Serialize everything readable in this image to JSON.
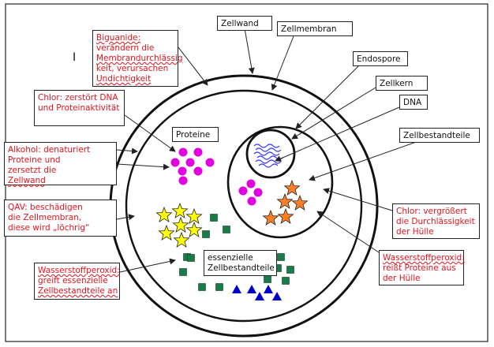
{
  "labels": {
    "zellwand": "Zellwand",
    "zellmembran": "Zellmembran",
    "endospore": "Endospore",
    "zellkern": "Zellkern",
    "dna": "DNA",
    "zellbestandteile": "Zellbestandteile",
    "proteine": "Proteine",
    "essenzielle_1": "essenzielle",
    "essenzielle_2": "Zellbestandteile"
  },
  "annotations": {
    "biguanide": [
      "Biguanide:",
      "verändern die",
      "Membrandurchlässig",
      "keit, verursachen",
      "Undichtigkeit"
    ],
    "chlor_left": [
      "Chlor: zerstört DNA",
      "und Proteinaktivität"
    ],
    "alkohol": [
      "Alkohol: denaturiert",
      "Proteine und",
      "zersetzt die",
      "Zellwand"
    ],
    "qav": [
      "QAV: beschädigen",
      "die Zellmembran,",
      "diese wird „löchrig“"
    ],
    "wasserstoff_left": [
      "Wasserstoffperoxid:",
      "greift essenzielle",
      "Zellbestandteile an"
    ],
    "chlor_right": [
      "Chlor: vergrößert",
      "die Durchlässigkeit",
      "der Hülle"
    ],
    "wasserstoff_right": [
      "Wasserstoffperoxid:",
      "reißt Proteine aus",
      "der Hülle"
    ]
  },
  "cursor_mark": "I",
  "colors": {
    "protein": "#e000e0",
    "star_yellow": "#ffff00",
    "star_orange": "#ff7f27",
    "square_green": "#1a7a4a",
    "triangle_blue": "#0000cc",
    "dna_blue": "#3a3aff",
    "annotation_text": "#e0141e"
  }
}
